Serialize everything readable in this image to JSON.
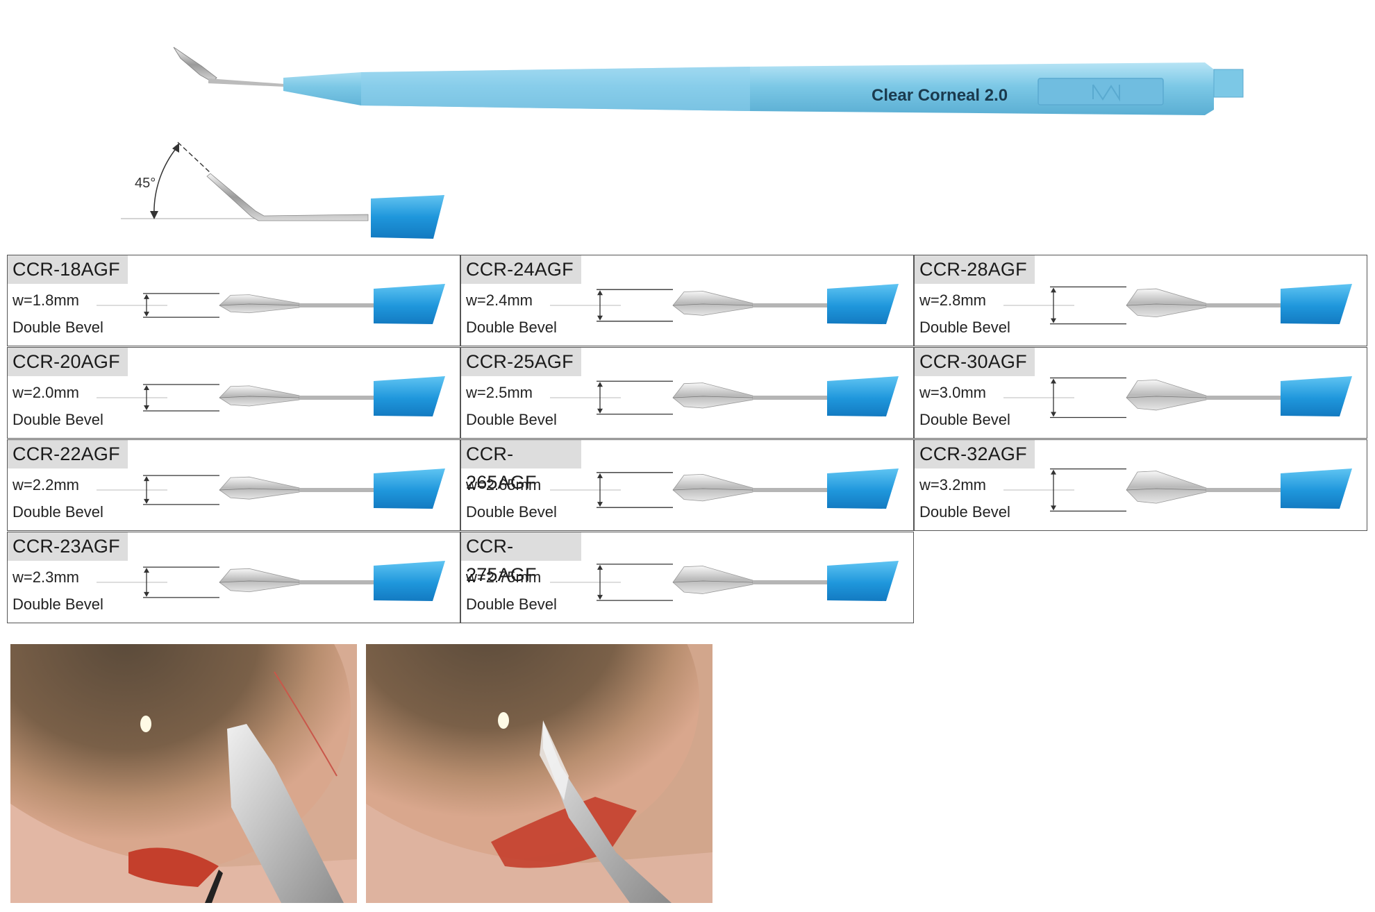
{
  "product": {
    "handle_label": "Clear Corneal 2.0",
    "angle_label": "45°"
  },
  "colors": {
    "handle_blue": "#7cc8e6",
    "hub_blue": "#2b9fde",
    "grid_border": "#555555",
    "code_background": "#dddddd"
  },
  "models": [
    {
      "code": "CCR-18AGF",
      "width": "w=1.8mm",
      "bevel": "Double Bevel",
      "width_mm": 1.8
    },
    {
      "code": "CCR-24AGF",
      "width": "w=2.4mm",
      "bevel": "Double Bevel",
      "width_mm": 2.4
    },
    {
      "code": "CCR-28AGF",
      "width": "w=2.8mm",
      "bevel": "Double Bevel",
      "width_mm": 2.8
    },
    {
      "code": "CCR-20AGF",
      "width": "w=2.0mm",
      "bevel": "Double Bevel",
      "width_mm": 2.0
    },
    {
      "code": "CCR-25AGF",
      "width": "w=2.5mm",
      "bevel": "Double Bevel",
      "width_mm": 2.5
    },
    {
      "code": "CCR-30AGF",
      "width": "w=3.0mm",
      "bevel": "Double Bevel",
      "width_mm": 3.0
    },
    {
      "code": "CCR-22AGF",
      "width": "w=2.2mm",
      "bevel": "Double Bevel",
      "width_mm": 2.2
    },
    {
      "code": "CCR-265AGF",
      "width": "w=2.65mm",
      "bevel": "Double Bevel",
      "width_mm": 2.65
    },
    {
      "code": "CCR-32AGF",
      "width": "w=3.2mm",
      "bevel": "Double Bevel",
      "width_mm": 3.2
    },
    {
      "code": "CCR-23AGF",
      "width": "w=2.3mm",
      "bevel": "Double Bevel",
      "width_mm": 2.3
    },
    {
      "code": "CCR-275AGF",
      "width": "w=2.75mm",
      "bevel": "Double Bevel",
      "width_mm": 2.75
    }
  ],
  "photos": [
    {
      "icon": "surgical-photo-icon"
    },
    {
      "icon": "surgical-photo-icon"
    }
  ]
}
